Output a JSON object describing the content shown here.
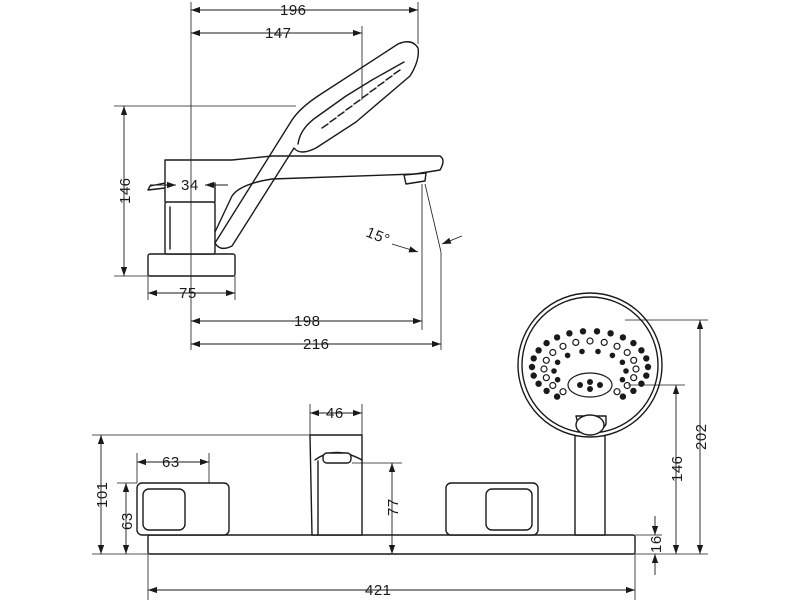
{
  "dimensions": {
    "side_view": {
      "overall_projection": "196",
      "spout_handle_offset": "147",
      "height": "146",
      "body_width": "34",
      "base_width": "75",
      "spout_reach_inner": "198",
      "spout_reach_outer": "216",
      "angle": "15°"
    },
    "front_view": {
      "spout_width": "46",
      "handle_width": "63",
      "total_height": "101",
      "handle_height": "63",
      "spout_height": "77",
      "shower_holder_height": "146",
      "shower_total_height": "202",
      "plate_thickness": "16",
      "total_width": "421"
    }
  }
}
